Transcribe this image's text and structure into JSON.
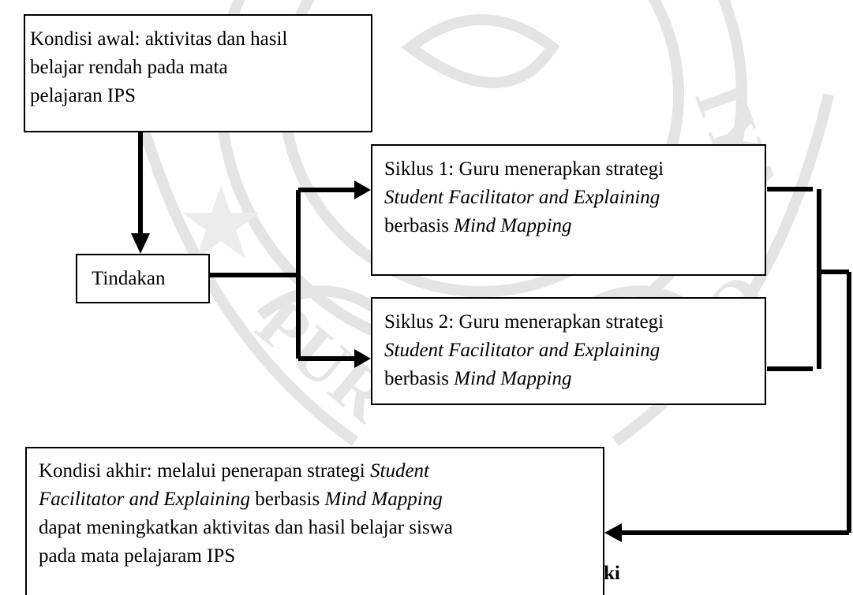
{
  "diagram": {
    "start": {
      "lines": [
        "Kondisi awal: aktivitas dan hasil",
        "belajar rendah pada mata",
        "pelajaran IPS"
      ]
    },
    "action": {
      "label": "Tindakan"
    },
    "cycle1": {
      "l1": "Siklus 1: Guru menerapkan strategi",
      "l2": "Student Facilitator and Explaining",
      "l3a": "berbasis ",
      "l3b": "Mind Mapping"
    },
    "cycle2": {
      "l1": "Siklus 2: Guru menerapkan strategi",
      "l2": "Student Facilitator and Explaining",
      "l3a": "berbasis ",
      "l3b": "Mind Mapping"
    },
    "end": {
      "l1a": "Kondisi akhir: melalui penerapan strategi ",
      "l1b": "Student",
      "l2a": "Facilitator and Explaining",
      "l2b": " berbasis ",
      "l2c": "Mind Mapping",
      "l3": "dapat meningkatkan aktivitas dan hasil belajar siswa",
      "l4": "pada mata pelajaram IPS"
    },
    "cropped_text": "ki"
  },
  "colors": {
    "ink": "#000000",
    "watermark": "#e4e4e4",
    "background": "#ffffff"
  }
}
